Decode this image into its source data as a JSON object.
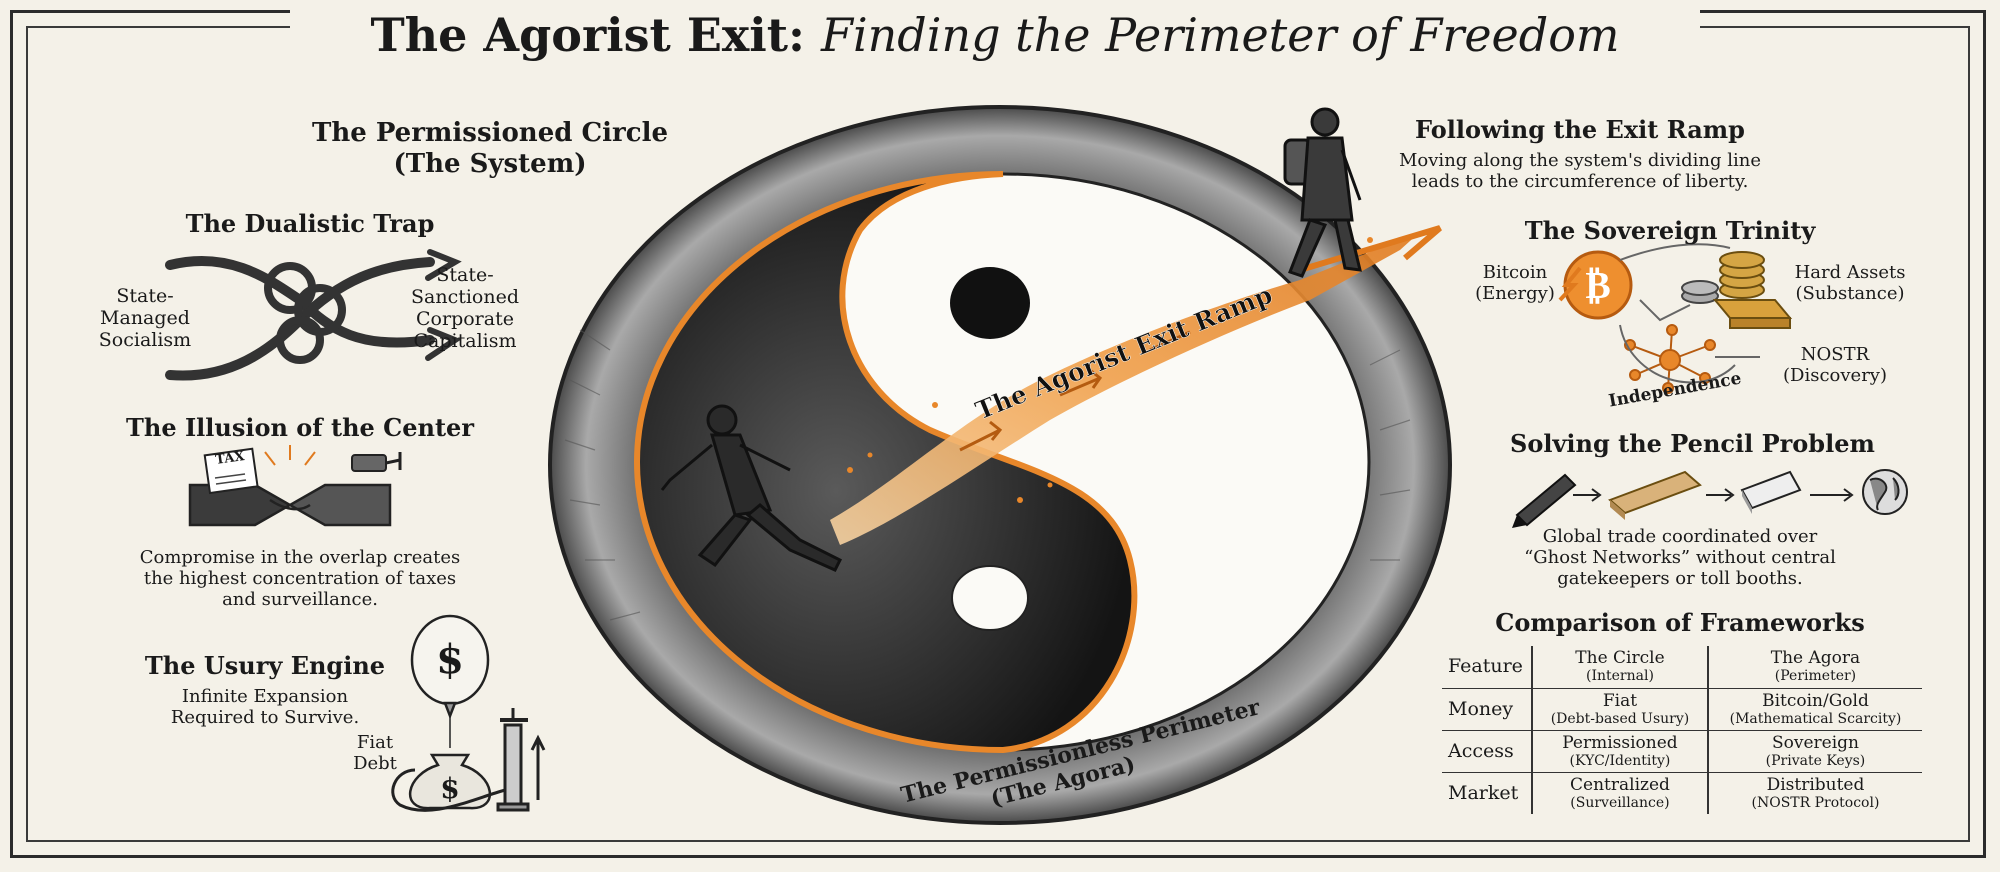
{
  "title": {
    "main": "The Agorist Exit:",
    "subtitle": "Finding the Perimeter of Freedom"
  },
  "permissioned_circle": {
    "line1": "The Permissioned Circle",
    "line2": "(The System)"
  },
  "dualistic_trap": {
    "heading": "The Dualistic Trap",
    "left_label": [
      "State-",
      "Managed",
      "Socialism"
    ],
    "right_label": [
      "State-",
      "Sanctioned",
      "Corporate",
      "Capitalism"
    ]
  },
  "illusion_center": {
    "heading": "The Illusion of the Center",
    "tax_tag": "TAX",
    "caption": [
      "Compromise in the overlap creates",
      "the highest concentration of taxes",
      "and surveillance."
    ]
  },
  "usury_engine": {
    "heading": "The Usury Engine",
    "caption": [
      "Infinite Expansion",
      "Required to Survive."
    ],
    "fiat_label": [
      "Fiat",
      "Debt"
    ],
    "currency_symbol": "$"
  },
  "center": {
    "exit_ramp_label": "The Agorist Exit Ramp",
    "perimeter_label": [
      "The Permissionless Perimeter",
      "(The Agora)"
    ]
  },
  "following": {
    "heading": "Following the Exit Ramp",
    "caption": [
      "Moving along the system's dividing line",
      "leads to the circumference of liberty."
    ]
  },
  "trinity": {
    "heading": "The Sovereign Trinity",
    "bitcoin": [
      "Bitcoin",
      "(Energy)"
    ],
    "hard_assets": [
      "Hard Assets",
      "(Substance)"
    ],
    "nostr": [
      "NOSTR",
      "(Discovery)"
    ],
    "center_label": "Independence",
    "bitcoin_symbol": "₿"
  },
  "pencil": {
    "heading": "Solving the Pencil Problem",
    "caption": [
      "Global trade coordinated over",
      "“Ghost Networks” without central",
      "gatekeepers or toll booths."
    ]
  },
  "comparison": {
    "heading": "Comparison of Frameworks",
    "header": {
      "feature": "Feature",
      "circle": "The Circle",
      "circle_sub": "(Internal)",
      "agora": "The Agora",
      "agora_sub": "(Perimeter)"
    },
    "rows": [
      {
        "feature": "Money",
        "circle": "Fiat",
        "circle_sub": "(Debt-based Usury)",
        "agora": "Bitcoin/Gold",
        "agora_sub": "(Mathematical Scarcity)"
      },
      {
        "feature": "Access",
        "circle": "Permissioned",
        "circle_sub": "(KYC/Identity)",
        "agora": "Sovereign",
        "agora_sub": "(Private Keys)"
      },
      {
        "feature": "Market",
        "circle": "Centralized",
        "circle_sub": "(Surveillance)",
        "agora": "Distributed",
        "agora_sub": "(NOSTR Protocol)"
      }
    ]
  },
  "colors": {
    "background": "#f4f1e8",
    "ink": "#1a1a1a",
    "accent_orange": "#e8872a",
    "ring_gray": "#8d8d8d"
  },
  "icons": [
    "knot-icon",
    "handshake-icon",
    "camera-icon",
    "balloon-icon",
    "money-bag-icon",
    "pump-icon",
    "bitcoin-coin-icon",
    "coin-stack-icon",
    "gold-bar-icon",
    "network-icon",
    "pencil-icon",
    "wood-plank-icon",
    "eraser-icon",
    "globe-icon",
    "running-man-icon",
    "walking-man-icon"
  ]
}
